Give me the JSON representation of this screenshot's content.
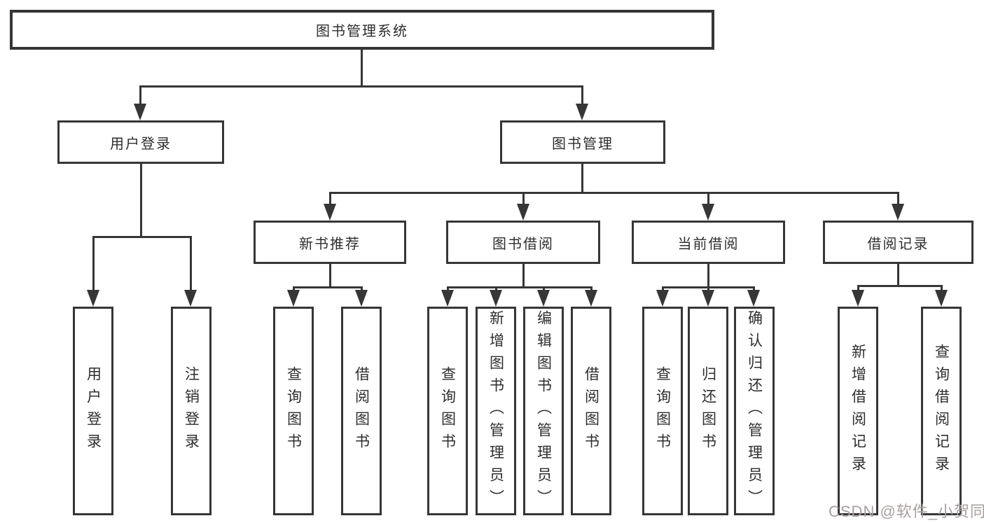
{
  "diagram": {
    "root": {
      "label": "图书管理系统",
      "children": [
        {
          "label": "用户登录",
          "children": [
            {
              "label": "用户登录"
            },
            {
              "label": "注销登录"
            }
          ]
        },
        {
          "label": "图书管理",
          "children": [
            {
              "label": "新书推荐",
              "children": [
                {
                  "label": "查询图书"
                },
                {
                  "label": "借阅图书"
                }
              ]
            },
            {
              "label": "图书借阅",
              "children": [
                {
                  "label": "查询图书"
                },
                {
                  "label": "新增图书（管理员）"
                },
                {
                  "label": "编辑图书（管理员）"
                },
                {
                  "label": "借阅图书"
                }
              ]
            },
            {
              "label": "当前借阅",
              "children": [
                {
                  "label": "查询图书"
                },
                {
                  "label": "归还图书"
                },
                {
                  "label": "确认归还（管理员）"
                }
              ]
            },
            {
              "label": "借阅记录",
              "children": [
                {
                  "label": "新增借阅记录"
                },
                {
                  "label": "查询借阅记录"
                }
              ]
            }
          ]
        }
      ]
    }
  },
  "watermark": {
    "text": "CSDN @软件_小贺同学"
  },
  "colors": {
    "line": "#363636",
    "background": "#ffffff",
    "watermark": "#a9a0a0"
  }
}
